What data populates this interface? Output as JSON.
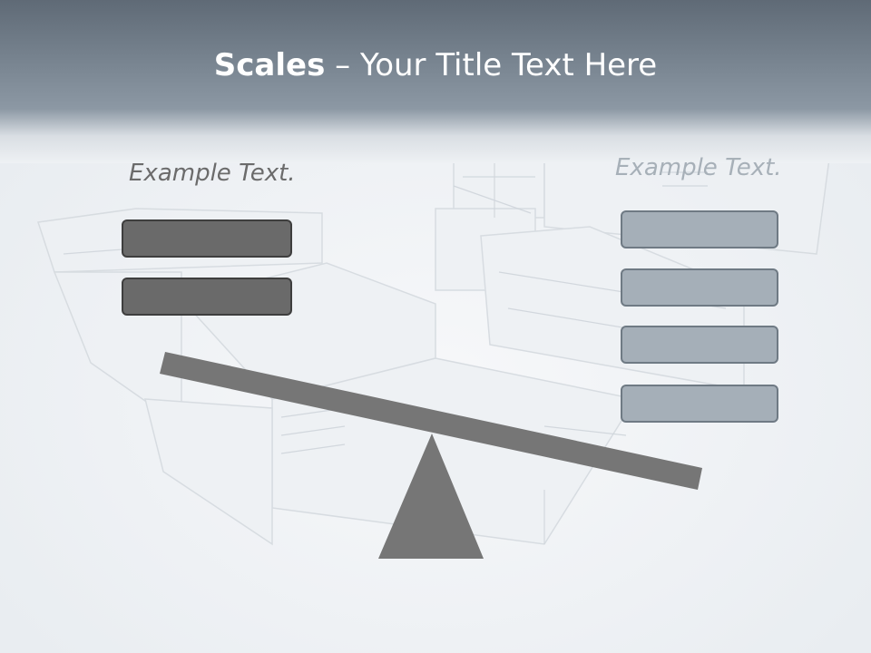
{
  "slide": {
    "title_strong": "Scales",
    "title_rest": " – Your Title Text Here",
    "left_caption": "Example Text.",
    "right_caption": "Example Text."
  },
  "left_boxes": [
    "",
    ""
  ],
  "right_boxes": [
    "",
    "",
    "",
    ""
  ],
  "colors": {
    "header_dark": "#5f6a76",
    "left_box_fill": "#6a6a6a",
    "right_box_fill": "#a5afb8",
    "scale_gray": "#767676"
  }
}
